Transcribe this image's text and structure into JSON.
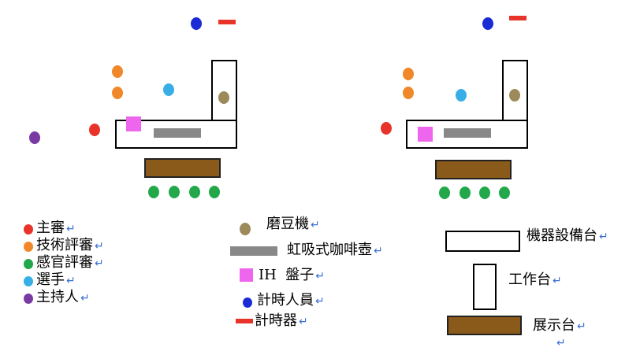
{
  "colors": {
    "judge_main": "#e8332a",
    "judge_tech": "#f0882a",
    "judge_sensory": "#22a84a",
    "contestant": "#38aee6",
    "host": "#7a3aa3",
    "grinder": "#9c8a5a",
    "siphon": "#888888",
    "plate": "#ee66ee",
    "timekeeper": "#1a2bd6",
    "timer": "#e8332a",
    "display_table": "#8a5a1a",
    "outline": "#000000"
  },
  "legend_left": [
    {
      "label": "主審",
      "color_key": "judge_main"
    },
    {
      "label": "技術評審",
      "color_key": "judge_tech"
    },
    {
      "label": "感官評審",
      "color_key": "judge_sensory"
    },
    {
      "label": "選手",
      "color_key": "contestant"
    },
    {
      "label": "主持人",
      "color_key": "host"
    }
  ],
  "legend_middle": {
    "grinder": "磨豆機",
    "siphon": "虹吸式咖啡壺",
    "plate": "IH  盤子",
    "timekeeper": "計時人員",
    "timer": "計時器"
  },
  "legend_right": {
    "equipment_table": "機器設備台",
    "work_table": "工作台",
    "display_table": "展示台"
  },
  "return_mark": "↵"
}
